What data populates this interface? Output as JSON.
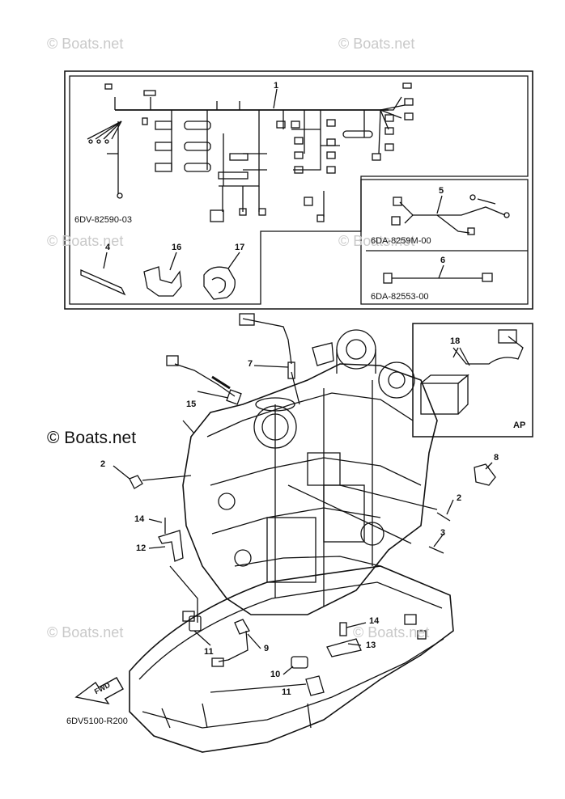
{
  "watermarks": [
    "© Boats.net",
    "© Boats.net",
    "© Boats.net",
    "© Boats.net",
    "© Boats.net",
    "© Boats.net"
  ],
  "watermark_main": "© Boats.net",
  "part_codes": {
    "harness_main": "6DV-82590-03",
    "harness_5": "6DA-8259M-00",
    "lead_6": "6DA-82553-00",
    "diagram_id": "6DV5100-R200",
    "ap_box": "AP",
    "fwd_arrow": "FWD"
  },
  "callouts": [
    "1",
    "2",
    "2",
    "3",
    "4",
    "5",
    "6",
    "7",
    "8",
    "9",
    "10",
    "11",
    "11",
    "12",
    "13",
    "14",
    "14",
    "15",
    "16",
    "17",
    "18"
  ]
}
